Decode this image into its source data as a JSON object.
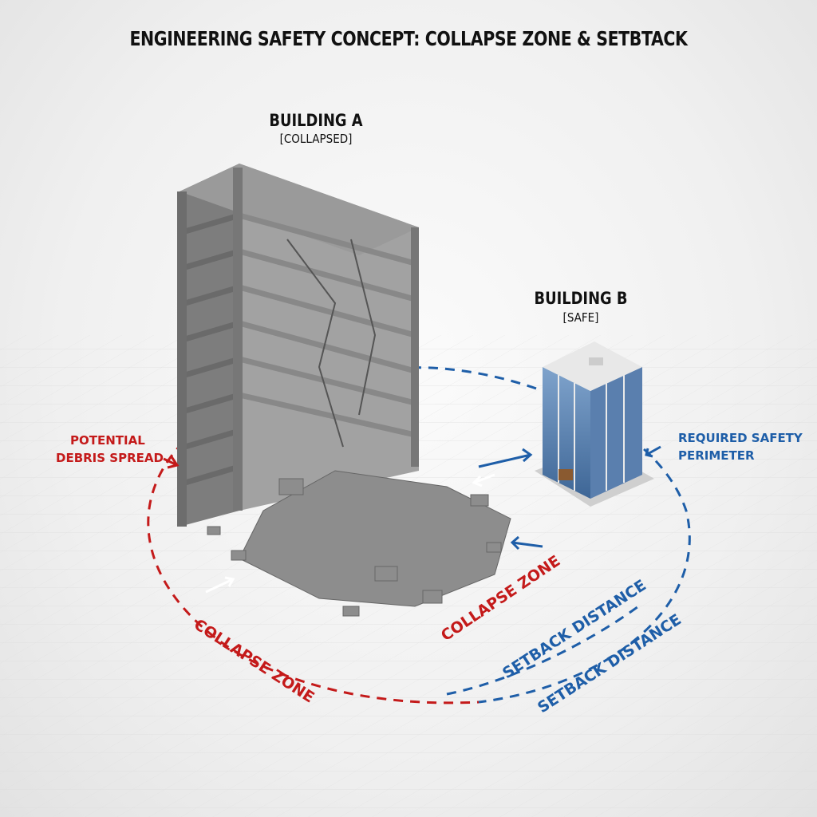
{
  "title": "ENGINEERING SAFETY CONCEPT: COLLAPSE ZONE & SETBTACK",
  "building_a": {
    "name": "BUILDING A",
    "status": "[COLLAPSED]"
  },
  "building_b": {
    "name": "BUILDING B",
    "status": "[SAFE]"
  },
  "labels": {
    "debris_line1": "POTENTIAL",
    "debris_line2": "DEBRIS SPREAD",
    "perimeter_line1": "REQUIRED SAFETY",
    "perimeter_line2": "PERIMETER",
    "collapse_zone_left": "COLLAPSE ZONE",
    "collapse_zone_right": "COLLAPSE ZONE",
    "setback_1": "SETBACK DISTANCE",
    "setback_2": "SETBACK DISTANCE"
  },
  "colors": {
    "collapse": "#c41a1a",
    "setback": "#1e5ea8",
    "concrete": "#8a8a8a"
  }
}
